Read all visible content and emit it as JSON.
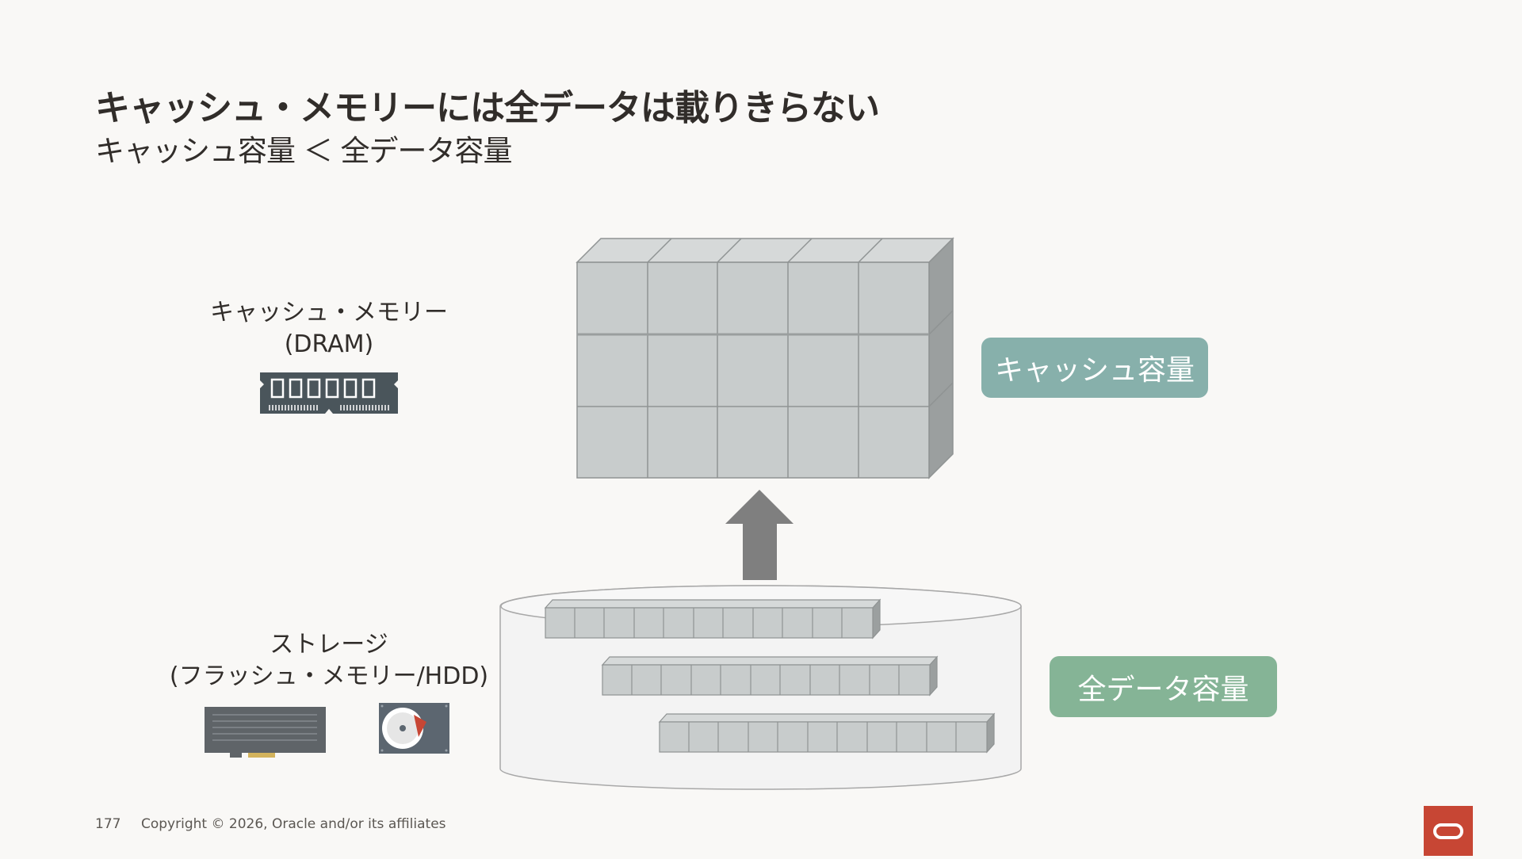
{
  "slide": {
    "title": "キャッシュ・メモリーには全データは載りきらない",
    "subtitle": "キャッシュ容量 ＜ 全データ容量"
  },
  "labels": {
    "cache_name": "キャッシュ・メモリー",
    "cache_type": "(DRAM)",
    "storage_name": "ストレージ",
    "storage_type": "(フラッシュ・メモリー/HDD)"
  },
  "badges": {
    "cache_capacity": "キャッシュ容量",
    "total_capacity": "全データ容量"
  },
  "footer": {
    "page_number": "177",
    "copyright": "Copyright © 2026, Oracle and/or its affiliates"
  },
  "colors": {
    "background": "#f9f8f6",
    "cache_badge": "#87b0ab",
    "total_badge": "#85b496",
    "block_face": "#c8cccc",
    "block_top": "#d6d9d9",
    "block_side": "#9b9f9f",
    "arrow": "#7f7f7f",
    "oracle_red": "#c74634"
  },
  "icons": [
    "dram-module-icon",
    "flash-card-icon",
    "hard-disk-icon",
    "oracle-logo"
  ]
}
